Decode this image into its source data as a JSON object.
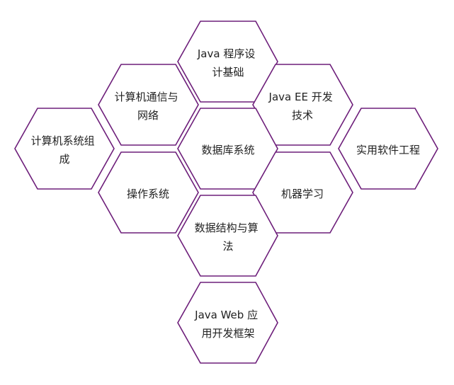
{
  "colors": {
    "stroke": "#6d1e7a",
    "fill": "#ffffff",
    "text": "#222222",
    "background": "#ffffff"
  },
  "hexagons": [
    {
      "id": "java-basics",
      "lines": [
        "Java 程序设",
        "计基础"
      ]
    },
    {
      "id": "network",
      "lines": [
        "计算机通信与",
        "网络"
      ]
    },
    {
      "id": "java-ee",
      "lines": [
        "Java EE 开发",
        "技术"
      ]
    },
    {
      "id": "computer-arch",
      "lines": [
        "计算机系统组",
        "成"
      ]
    },
    {
      "id": "database",
      "lines": [
        "数据库系统"
      ]
    },
    {
      "id": "software-eng",
      "lines": [
        "实用软件工程"
      ]
    },
    {
      "id": "os",
      "lines": [
        "操作系统"
      ]
    },
    {
      "id": "machine-learning",
      "lines": [
        "机器学习"
      ]
    },
    {
      "id": "data-structures",
      "lines": [
        "数据结构与算",
        "法"
      ]
    },
    {
      "id": "java-web",
      "lines": [
        "Java Web 应",
        "用开发框架"
      ]
    }
  ]
}
